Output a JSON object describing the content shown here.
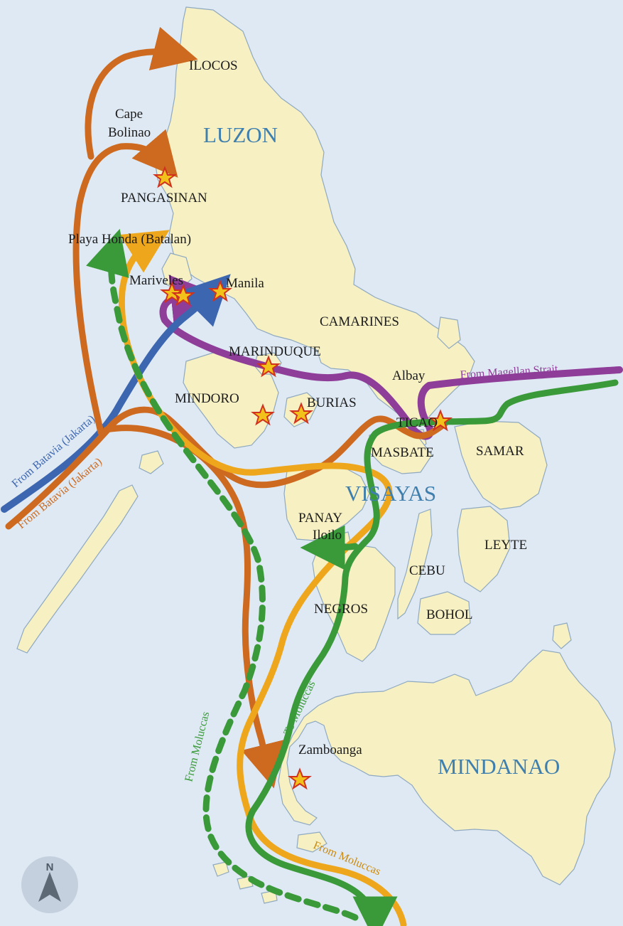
{
  "colors": {
    "sea": "#dfe9f3",
    "land": "#f6f0c3",
    "coast": "#8fa9c0",
    "dutch_orange": "#cd6a1f",
    "spanish_yellow": "#eea71c",
    "portuguese_green": "#3a9a3a",
    "magellan_purple": "#8e3d98",
    "batavia_blue": "#3c66b0",
    "region_blue": "#3f7fae",
    "battle_star": "#f3c21a"
  },
  "regions": {
    "luzon": "LUZON",
    "visayas": "VISAYAS",
    "mindanao": "MINDANAO"
  },
  "places": {
    "ilocos": "ILOCOS",
    "cape": "Cape",
    "bolinao": "Bolinao",
    "pangasinan": "PANGASINAN",
    "playa_honda": "Playa Honda (Batalan)",
    "mariveles": "Mariveles",
    "manila": "Manila",
    "camarines": "CAMARINES",
    "marinduque": "MARINDUQUE",
    "albay": "Albay",
    "mindoro": "MINDORO",
    "burias": "BURIAS",
    "ticao": "TICAO",
    "masbate": "MASBATE",
    "samar": "SAMAR",
    "panay": "PANAY",
    "iloilo": "Iloilo",
    "leyte": "LEYTE",
    "cebu": "CEBU",
    "negros": "NEGROS",
    "bohol": "BOHOL",
    "zamboanga": "Zamboanga"
  },
  "route_labels": {
    "from_magellan": "From Magellan Strait",
    "from_batavia_blue": "From Batavia (Jakarta)",
    "from_batavia_orange": "From Batavia (Jakarta)",
    "from_moluccas_green": "From Moluccas",
    "to_moluccas": "To Moluccas",
    "from_moluccas_yellow": "From Moluccas"
  },
  "compass": {
    "letter": "N",
    "icon": "north-arrow-icon"
  }
}
